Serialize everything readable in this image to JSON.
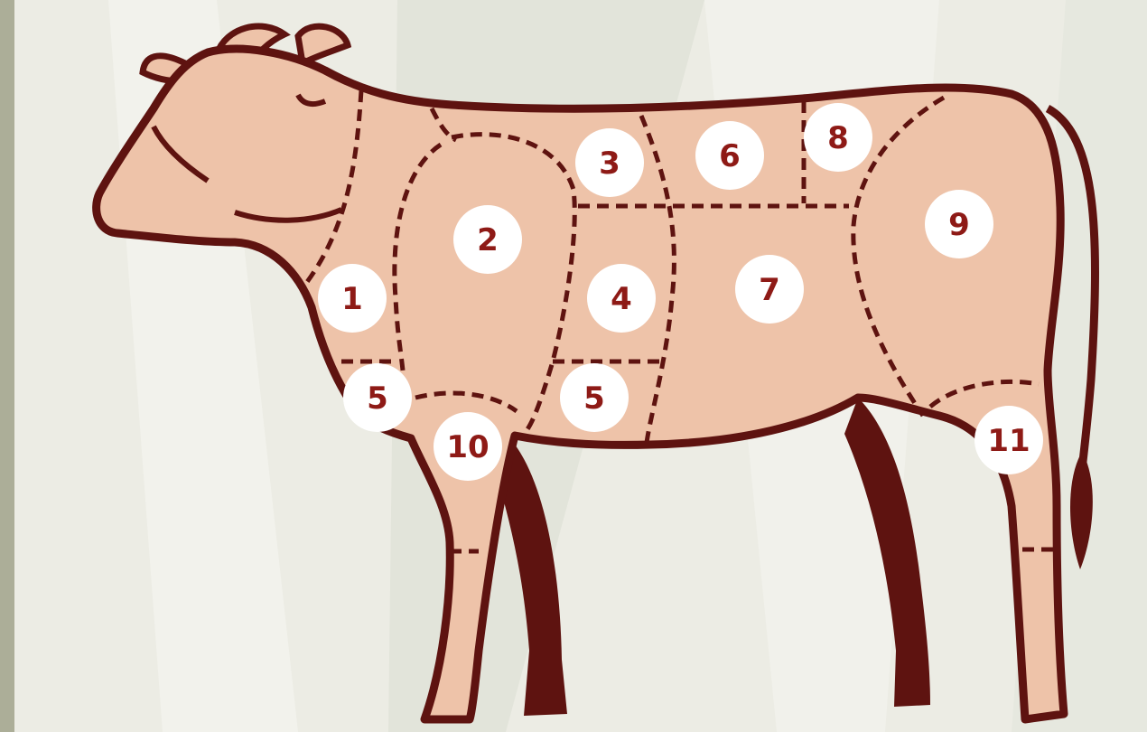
{
  "colors": {
    "background": "#ecece4",
    "left_band": "#acae98",
    "outline": "#5e1310",
    "body": "#eec3a9",
    "label_circle": "#ffffff",
    "label_text": "#8e1a16"
  },
  "cuts": [
    {
      "id": "cut-1",
      "label": "1"
    },
    {
      "id": "cut-2",
      "label": "2"
    },
    {
      "id": "cut-3",
      "label": "3"
    },
    {
      "id": "cut-4",
      "label": "4"
    },
    {
      "id": "cut-5a",
      "label": "5"
    },
    {
      "id": "cut-5b",
      "label": "5"
    },
    {
      "id": "cut-6",
      "label": "6"
    },
    {
      "id": "cut-7",
      "label": "7"
    },
    {
      "id": "cut-8",
      "label": "8"
    },
    {
      "id": "cut-9",
      "label": "9"
    },
    {
      "id": "cut-10",
      "label": "10"
    },
    {
      "id": "cut-11",
      "label": "11"
    }
  ]
}
